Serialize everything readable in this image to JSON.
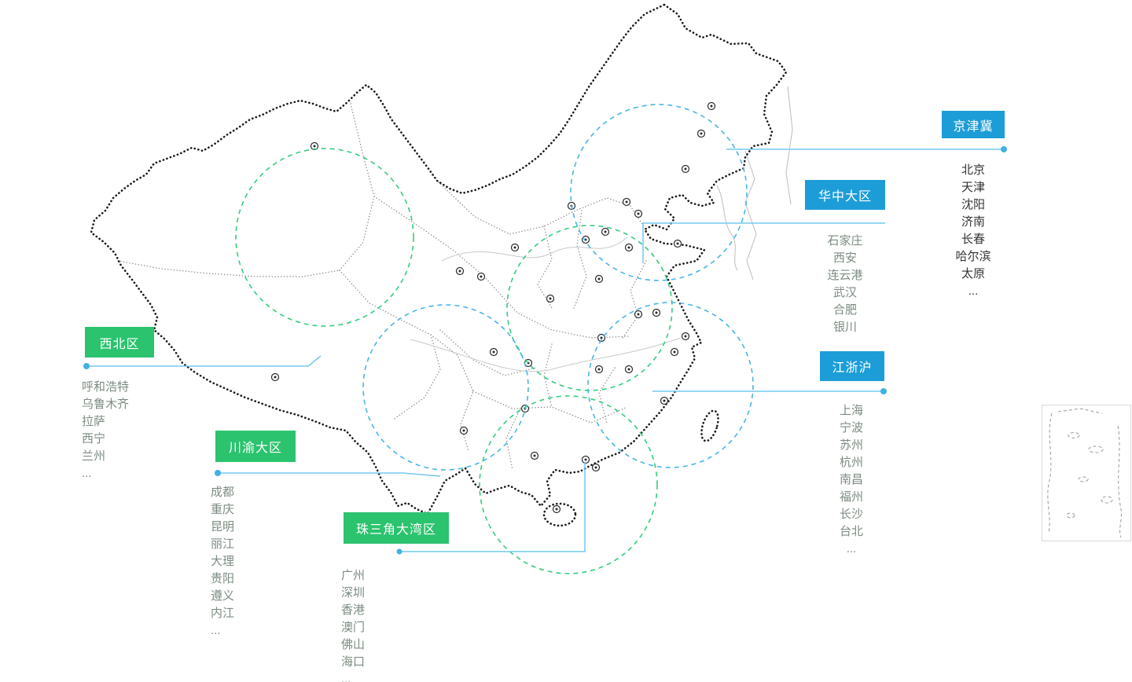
{
  "page": {
    "background": "#ffffff"
  },
  "colors": {
    "blue_accent": "#1d9dd8",
    "green_accent": "#2bc36e",
    "blue_circle": "#4ab5e6",
    "green_circle": "#35cd7d",
    "connector": "#74c9ee",
    "connector_dot": "#41b0e2",
    "map_outline": "#1c1c1c",
    "province_line": "#8f8f8f",
    "list_text": "#7c8c81",
    "list_text_dark": "#333333"
  },
  "icons": {
    "city_marker": "circled-dot-icon"
  },
  "regions": [
    {
      "label": "京津冀",
      "color": "#1d9dd8",
      "cities": [
        "北京",
        "天津",
        "沈阳",
        "济南",
        "长春",
        "哈尔滨",
        "太原",
        "..."
      ]
    },
    {
      "label": "华中大区",
      "color": "#1d9dd8",
      "cities": [
        "石家庄",
        "西安",
        "连云港",
        "武汉",
        "合肥",
        "银川"
      ]
    },
    {
      "label": "西北区",
      "color": "#2bc36e",
      "cities": [
        "呼和浩特",
        "乌鲁木齐",
        "拉萨",
        "西宁",
        "兰州",
        "..."
      ]
    },
    {
      "label": "川渝大区",
      "color": "#2bc36e",
      "cities": [
        "成都",
        "重庆",
        "昆明",
        "丽江",
        "大理",
        "贵阳",
        "遵义",
        "内江",
        "..."
      ]
    },
    {
      "label": "珠三角大湾区",
      "color": "#2bc36e",
      "cities": [
        "广州",
        "深圳",
        "香港",
        "澳门",
        "佛山",
        "海口",
        "..."
      ]
    },
    {
      "label": "江浙沪",
      "color": "#1d9dd8",
      "cities": [
        "上海",
        "宁波",
        "苏州",
        "杭州",
        "南昌",
        "福州",
        "长沙",
        "台北",
        "..."
      ]
    }
  ]
}
